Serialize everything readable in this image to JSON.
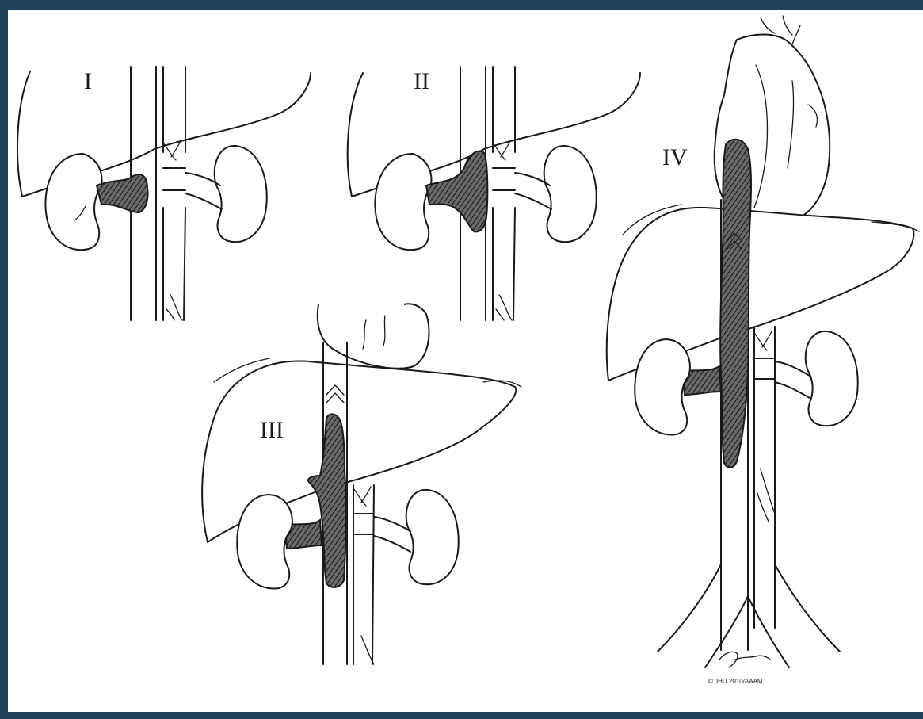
{
  "panels": [
    {
      "id": "stage-1",
      "label": "I"
    },
    {
      "id": "stage-2",
      "label": "II"
    },
    {
      "id": "stage-3",
      "label": "III"
    },
    {
      "id": "stage-4",
      "label": "IV"
    }
  ],
  "credit": "© JHU 2010/AAAM",
  "colors": {
    "frame": "#1d4358",
    "background": "#ffffff",
    "ink": "#1a1a1a",
    "thrombus": "#3a3a3a"
  }
}
